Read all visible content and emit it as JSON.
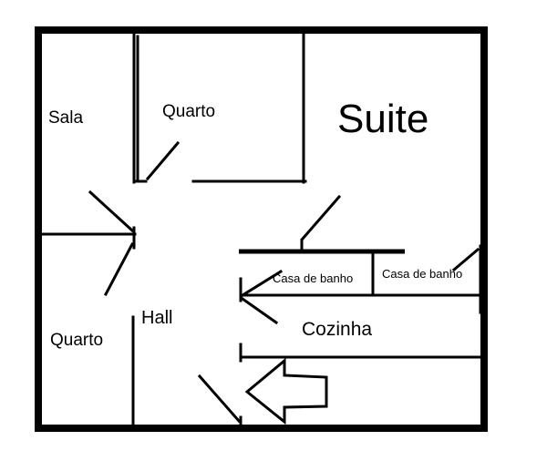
{
  "colors": {
    "ink": "#000000",
    "background": "#ffffff"
  },
  "rooms": {
    "sala": "Sala",
    "quarto_top": "Quarto",
    "suite": "Suite",
    "casa_de_banho_1": "Casa de banho",
    "casa_de_banho_2": "Casa de banho",
    "hall": "Hall",
    "cozinha": "Cozinha",
    "quarto_bottom": "Quarto"
  },
  "icons": {
    "entrance": "arrow-left-icon"
  }
}
